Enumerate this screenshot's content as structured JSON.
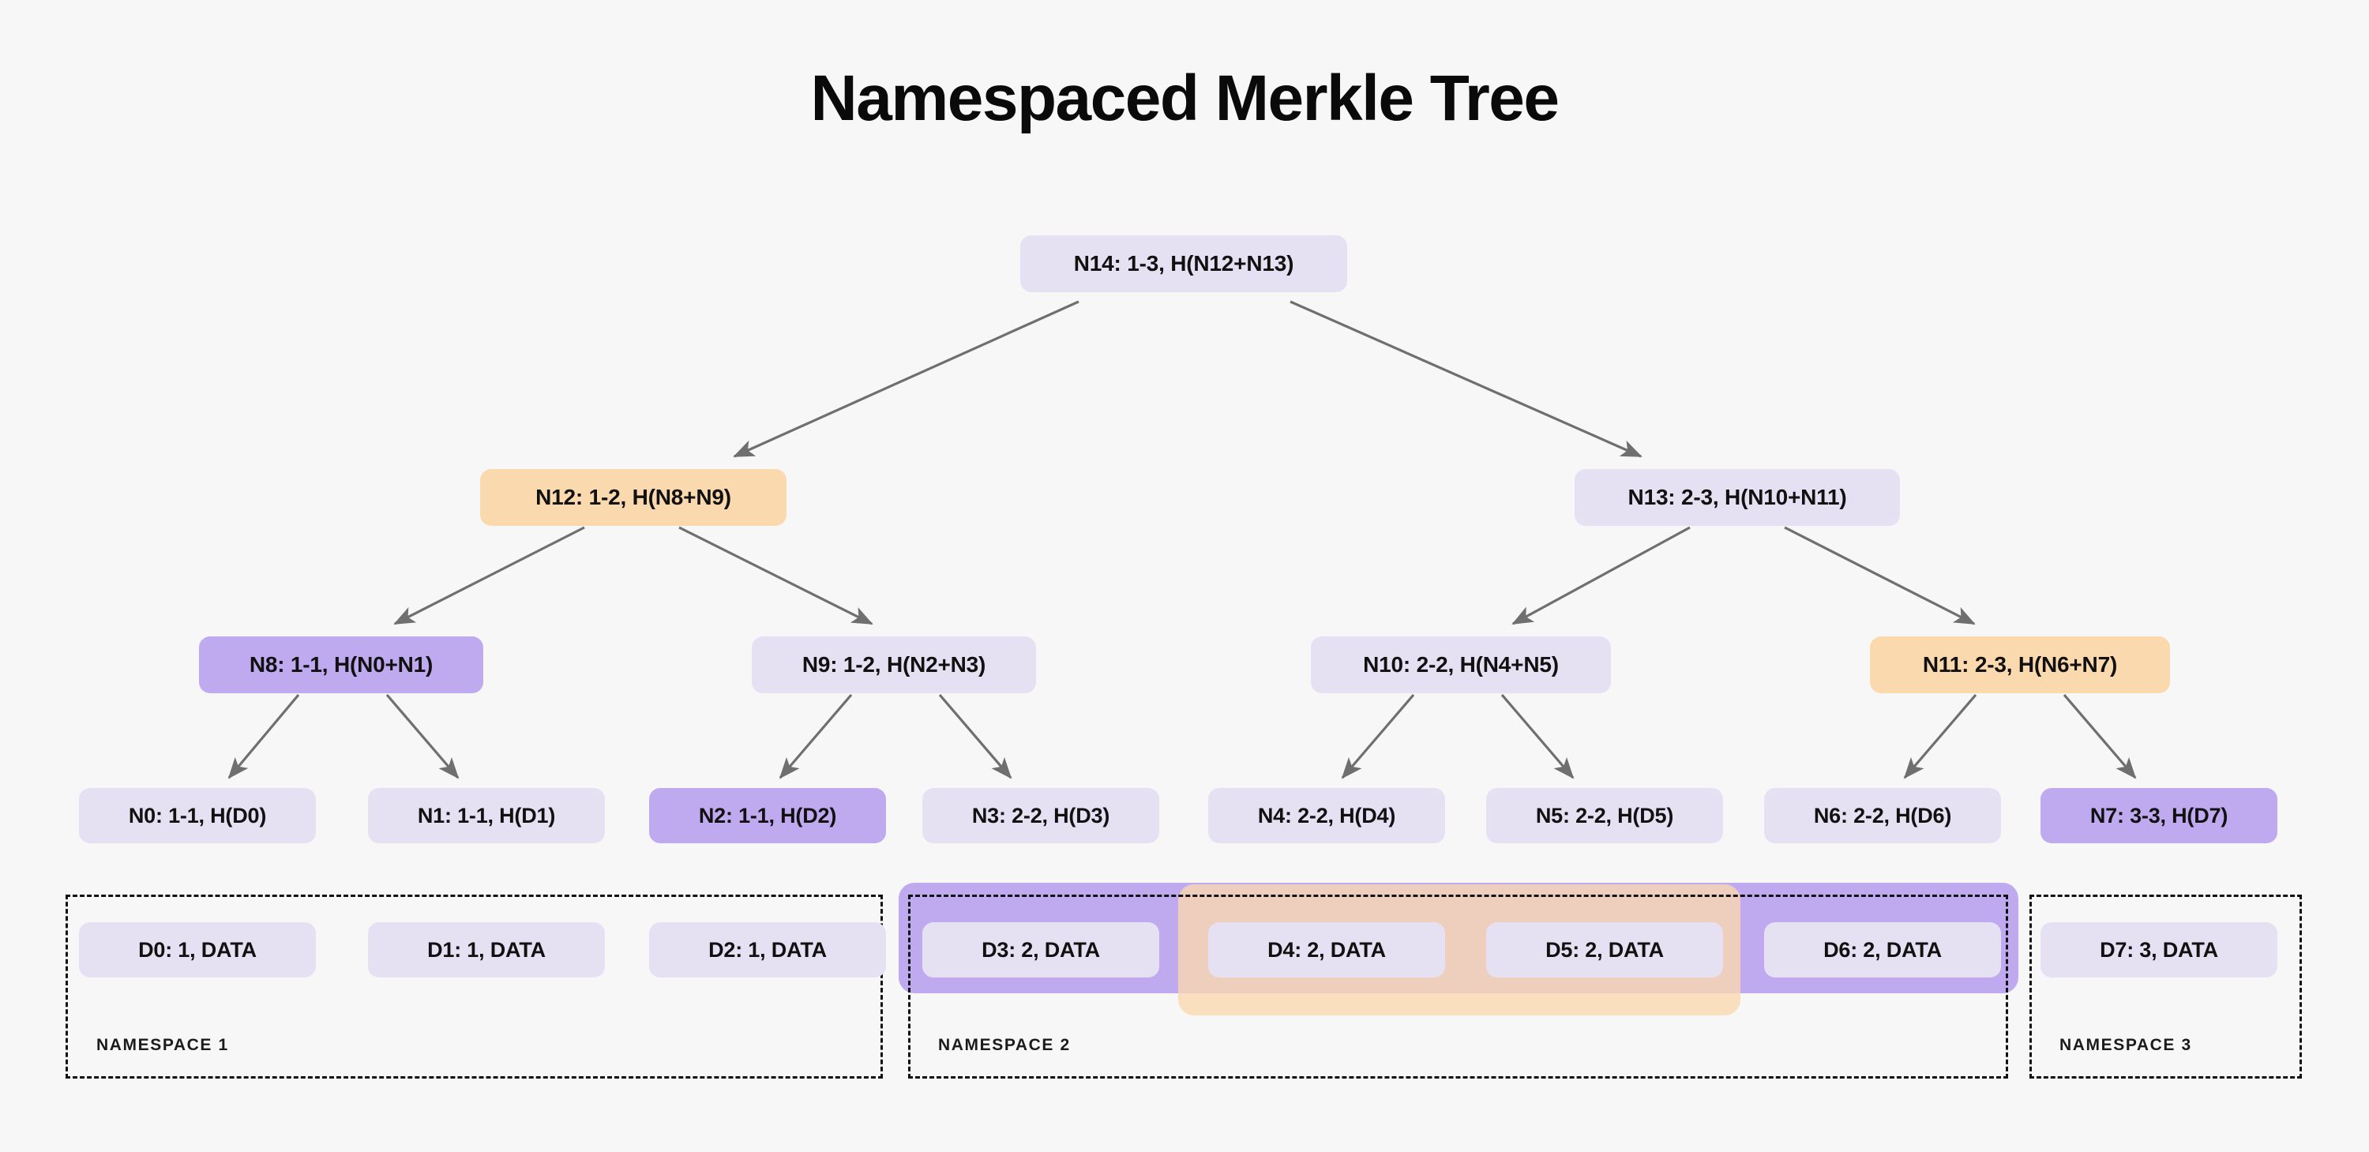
{
  "title": "Namespaced Merkle Tree",
  "colors": {
    "background": "#f7f7f8",
    "node_default": "#e6e1f2",
    "highlight_purple": "#bfaaf0",
    "highlight_orange": "#fbd9ae",
    "edge": "#6f6f6f",
    "text": "#111111",
    "dashed_border": "#111111"
  },
  "tree": {
    "root": {
      "label": "N14: 1-3, H(N12+N13)",
      "highlight": "none"
    },
    "level2": [
      {
        "label": "N12: 1-2, H(N8+N9)",
        "highlight": "orange"
      },
      {
        "label": "N13: 2-3, H(N10+N11)",
        "highlight": "none"
      }
    ],
    "level3": [
      {
        "label": "N8: 1-1, H(N0+N1)",
        "highlight": "purple"
      },
      {
        "label": "N9: 1-2, H(N2+N3)",
        "highlight": "none"
      },
      {
        "label": "N10: 2-2, H(N4+N5)",
        "highlight": "none"
      },
      {
        "label": "N11: 2-3, H(N6+N7)",
        "highlight": "orange"
      }
    ],
    "leaves": [
      {
        "label": "N0: 1-1, H(D0)",
        "highlight": "none"
      },
      {
        "label": "N1: 1-1, H(D1)",
        "highlight": "none"
      },
      {
        "label": "N2: 1-1, H(D2)",
        "highlight": "purple"
      },
      {
        "label": "N3: 2-2, H(D3)",
        "highlight": "none"
      },
      {
        "label": "N4: 2-2, H(D4)",
        "highlight": "none"
      },
      {
        "label": "N5: 2-2, H(D5)",
        "highlight": "none"
      },
      {
        "label": "N6: 2-2, H(D6)",
        "highlight": "none"
      },
      {
        "label": "N7: 3-3, H(D7)",
        "highlight": "purple"
      }
    ]
  },
  "data_blocks": [
    {
      "label": "D0: 1, DATA"
    },
    {
      "label": "D1: 1, DATA"
    },
    {
      "label": "D2: 1, DATA"
    },
    {
      "label": "D3: 2, DATA"
    },
    {
      "label": "D4: 2, DATA"
    },
    {
      "label": "D5: 2, DATA"
    },
    {
      "label": "D6: 2, DATA"
    },
    {
      "label": "D7: 3, DATA"
    }
  ],
  "namespaces": [
    {
      "label": "NAMESPACE 1"
    },
    {
      "label": "NAMESPACE 2"
    },
    {
      "label": "NAMESPACE 3"
    }
  ],
  "highlight_bands": [
    {
      "name": "purple-proof-band",
      "color": "#bfaaf0",
      "covers": "D3-D6"
    },
    {
      "name": "orange-proof-band",
      "color": "#fbd9ae",
      "covers": "D4-D5"
    }
  ]
}
